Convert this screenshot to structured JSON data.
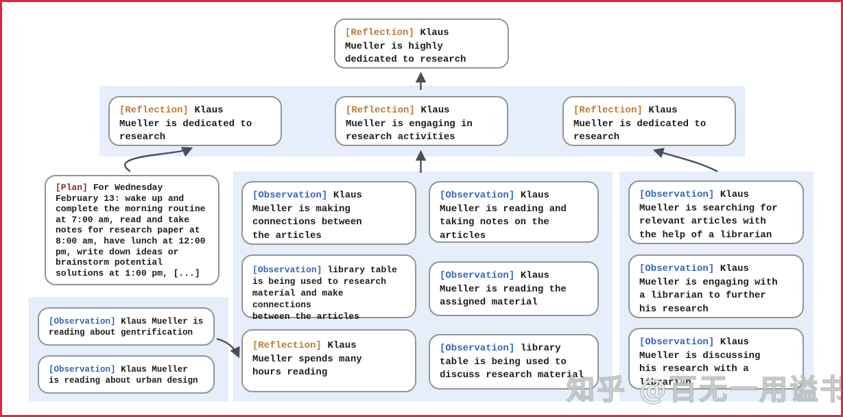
{
  "colors": {
    "frame": "#e9243a",
    "band": "#e6eefa",
    "box_border": "#949494",
    "tag_reflection": "#bf7b35",
    "tag_plan": "#8f2a1e",
    "tag_observation": "#3565c0",
    "text": "#1c1c1c",
    "arrow": "#4a4f57"
  },
  "nodes": {
    "root": {
      "tag": "[Reflection]",
      "text": "Klaus\nMueller is highly\ndedicated to research"
    },
    "r2a": {
      "tag": "[Reflection]",
      "text": "Klaus\nMueller is dedicated to\nresearch"
    },
    "r2b": {
      "tag": "[Reflection]",
      "text": "Klaus\nMueller is engaging in\nresearch activities"
    },
    "r2c": {
      "tag": "[Reflection]",
      "text": "Klaus\nMueller is dedicated to\nresearch"
    },
    "plan": {
      "tag": "[Plan]",
      "text": "For Wednesday\nFebruary 13: wake up and\ncomplete the morning routine\nat 7:00 am, read and take\nnotes for research paper at\n8:00 am, have lunch at 12:00\npm, write down ideas or\nbrainstorm potential\nsolutions at 1:00 pm, [...]"
    },
    "obs_gentrification": {
      "tag": "[Observation]",
      "text": "Klaus Mueller is\nreading about gentrification"
    },
    "obs_urban": {
      "tag": "[Observation]",
      "text": "Klaus Mueller\nis reading about urban design"
    },
    "obs_connections": {
      "tag": "[Observation]",
      "text": "Klaus\nMueller is making\nconnections between\nthe articles"
    },
    "obs_table_research": {
      "tag": "[Observation]",
      "text": "library table\nis being used to research\nmaterial and make connections\nbetween the articles"
    },
    "refl_hours": {
      "tag": "[Reflection]",
      "text": "Klaus\nMueller spends many\nhours reading"
    },
    "obs_notes": {
      "tag": "[Observation]",
      "text": "Klaus\nMueller is reading and\ntaking notes on the\narticles"
    },
    "obs_assigned": {
      "tag": "[Observation]",
      "text": "Klaus\nMueller is reading the\nassigned material"
    },
    "obs_table_discuss": {
      "tag": "[Observation]",
      "text": "library\ntable is being used to\ndiscuss research material"
    },
    "obs_searching": {
      "tag": "[Observation]",
      "text": "Klaus\nMueller is searching for\nrelevant articles with\nthe help of a librarian"
    },
    "obs_librarian_engage": {
      "tag": "[Observation]",
      "text": "Klaus\nMueller is engaging with\na librarian to further\nhis research"
    },
    "obs_librarian_discuss": {
      "tag": "[Observation]",
      "text": "Klaus\nMueller is discussing\nhis research with a\nlibrarian"
    }
  },
  "watermark": {
    "text": "知乎 @百无一用谥书生"
  }
}
